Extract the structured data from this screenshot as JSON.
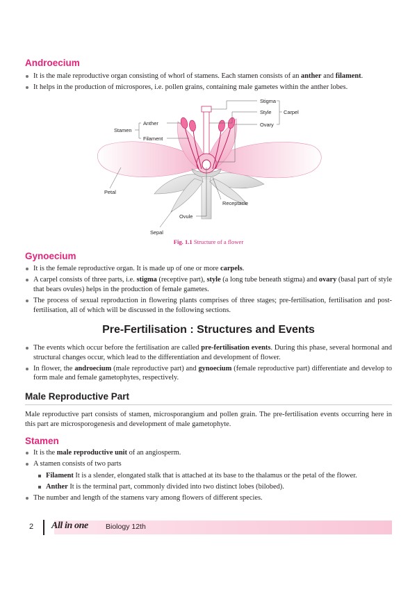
{
  "androecium": {
    "heading": "Androecium",
    "b1": {
      "t1": "It is the male reproductive organ consisting of whorl of stamens. Each stamen consists of an ",
      "k1": "anther",
      "t2": " and ",
      "k2": "filament",
      "t3": "."
    },
    "b2": "It helps in the production of microspores, i.e. pollen grains, containing male gametes within the anther lobes."
  },
  "figure": {
    "labels": {
      "stigma": "Stigma",
      "style": "Style",
      "carpel": "Carpel",
      "ovary": "Ovary",
      "anther": "Anther",
      "stamen": "Stamen",
      "filament": "Filament",
      "petal": "Petal",
      "receptacle": "Receptacle",
      "ovule": "Ovule",
      "sepal": "Sepal"
    },
    "caption_num": "Fig. 1.1",
    "caption_text": " Structure of a flower",
    "colors": {
      "petal": "#f7c3d6",
      "petal_edge": "#e98bb0",
      "sepal": "#e6e6e6",
      "stem": "#d9d9d9"
    }
  },
  "gynoecium": {
    "heading": "Gynoecium",
    "b1": {
      "t1": "It is the female reproductive organ. It is made up of one or more ",
      "k1": "carpels",
      "t2": "."
    },
    "b2": {
      "t1": "A carpel consists of three parts, i.e. ",
      "k1": "stigma",
      "t2": " (receptive part), ",
      "k2": "style",
      "t3": " (a long tube beneath stigma) and ",
      "k3": "ovary",
      "t4": " (basal part of style that bears ovules) helps in the production of female gametes."
    },
    "b3": "The process of sexual reproduction in flowering plants comprises of three stages; pre-fertilisation, fertilisation and post-fertilisation, all of which will be discussed in the following sections."
  },
  "prefert": {
    "heading": "Pre-Fertilisation : Structures and Events",
    "b1": {
      "t1": "The events which occur before the fertilisation are called ",
      "k1": "pre-fertilisation events",
      "t2": ". During this phase, several hormonal and structural changes occur, which lead to the differentiation and development of flower."
    },
    "b2": {
      "t1": "In flower, the ",
      "k1": "androecium",
      "t2": " (male reproductive part) and ",
      "k2": "gynoecium",
      "t3": " (female reproductive part) differentiate and develop to form male and female gametophytes, respectively."
    }
  },
  "male": {
    "heading": "Male Reproductive Part",
    "para": "Male reproductive part consists of stamen, microsporangium and pollen grain. The  pre-fertilisation events occurring here in this part are microsporogenesis and development of male gametophyte."
  },
  "stamen": {
    "heading": "Stamen",
    "b1": {
      "t1": "It is the ",
      "k1": "male reproductive unit",
      "t2": " of an angiosperm."
    },
    "b2": "A stamen consists of two parts",
    "s1": {
      "k1": "Filament",
      "t1": " It is a slender, elongated stalk that is attached at its base to the thalamus or the petal of the flower."
    },
    "s2": {
      "k1": "Anther",
      "t1": " It is the terminal part, commonly divided into two distinct lobes (bilobed)."
    },
    "b3": "The number and length of the stamens vary among flowers of different species."
  },
  "footer": {
    "page_number": "2",
    "logo": "All in one",
    "book": "Biology 12th"
  }
}
